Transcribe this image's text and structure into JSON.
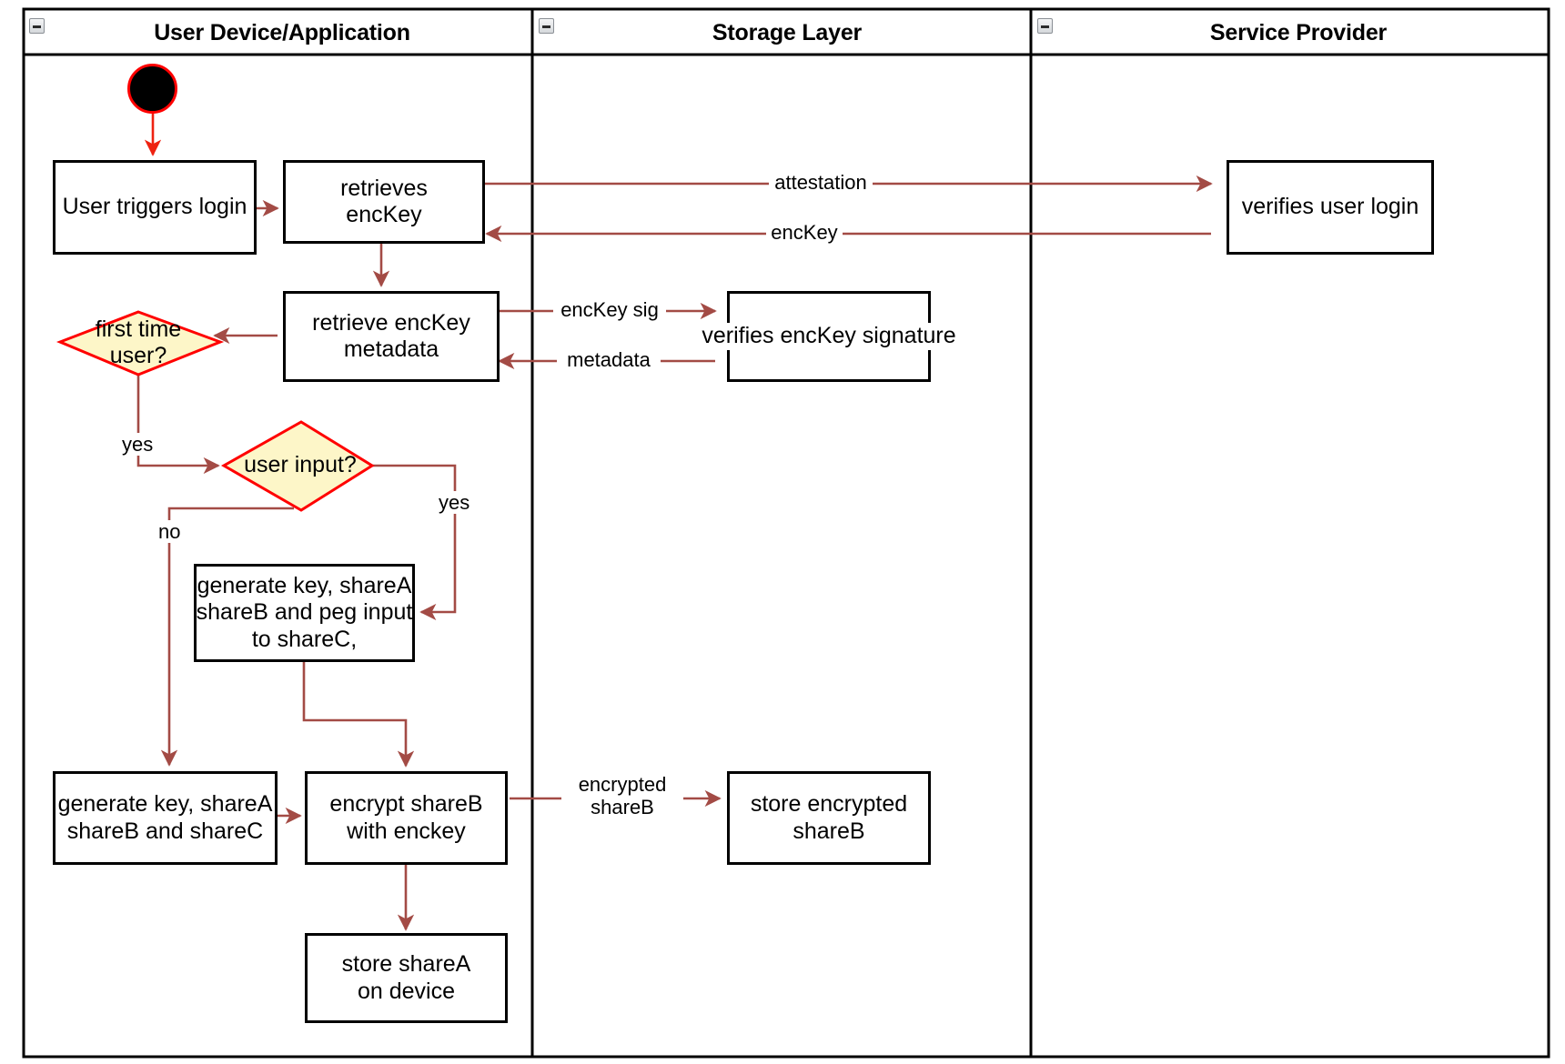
{
  "diagram": {
    "title": "Login key-share flow activity diagram",
    "colors": {
      "edge": "#a34b45",
      "start_ring": "#ff0000",
      "start_fill": "#000000",
      "decision_fill": "#fdf6c8",
      "decision_stroke": "#ff0000",
      "node_stroke": "#000000",
      "lane_stroke": "#000000",
      "background": "#ffffff"
    },
    "lanes": [
      {
        "id": "lane-user-device",
        "label": "User Device/Application",
        "collapse_icon": "collapse-minus-icon"
      },
      {
        "id": "lane-storage",
        "label": "Storage Layer",
        "collapse_icon": "collapse-minus-icon"
      },
      {
        "id": "lane-service-provider",
        "label": "Service Provider",
        "collapse_icon": "collapse-minus-icon"
      }
    ],
    "start_node": {
      "id": "start",
      "shape": "initial-node"
    },
    "nodes": [
      {
        "id": "user-triggers-login",
        "label": "User triggers login",
        "shape": "activity"
      },
      {
        "id": "retrieves-enckey",
        "label": "retrieves\nencKey",
        "shape": "activity"
      },
      {
        "id": "retrieve-enckey-metadata",
        "label": "retrieve encKey\nmetadata",
        "shape": "activity"
      },
      {
        "id": "first-time-user",
        "label": "first time\nuser?",
        "shape": "decision"
      },
      {
        "id": "user-input",
        "label": "user input?",
        "shape": "decision"
      },
      {
        "id": "generate-key-peg-input",
        "label": "generate key, shareA\nshareB and peg input\nto shareC,",
        "shape": "activity"
      },
      {
        "id": "generate-key-shares",
        "label": "generate key, shareA\nshareB and shareC",
        "shape": "activity"
      },
      {
        "id": "encrypt-shareb",
        "label": "encrypt shareB\nwith enckey",
        "shape": "activity"
      },
      {
        "id": "store-sharea-on-device",
        "label": "store shareA\non device",
        "shape": "activity"
      },
      {
        "id": "verifies-enckey-signature",
        "label": "verifies encKey signature",
        "shape": "activity"
      },
      {
        "id": "store-encrypted-shareb",
        "label": "store encrypted\nshareB",
        "shape": "activity"
      },
      {
        "id": "verifies-user-login",
        "label": "verifies user login",
        "shape": "activity"
      }
    ],
    "edge_labels": [
      {
        "id": "label-attestation",
        "text": "attestation"
      },
      {
        "id": "label-enckey",
        "text": "encKey"
      },
      {
        "id": "label-enckey-sig",
        "text": "encKey sig"
      },
      {
        "id": "label-metadata",
        "text": "metadata"
      },
      {
        "id": "label-yes-first-time",
        "text": "yes"
      },
      {
        "id": "label-yes-user-input",
        "text": "yes"
      },
      {
        "id": "label-no-user-input",
        "text": "no"
      },
      {
        "id": "label-encrypted-shareb",
        "text": "encrypted\nshareB"
      }
    ]
  }
}
